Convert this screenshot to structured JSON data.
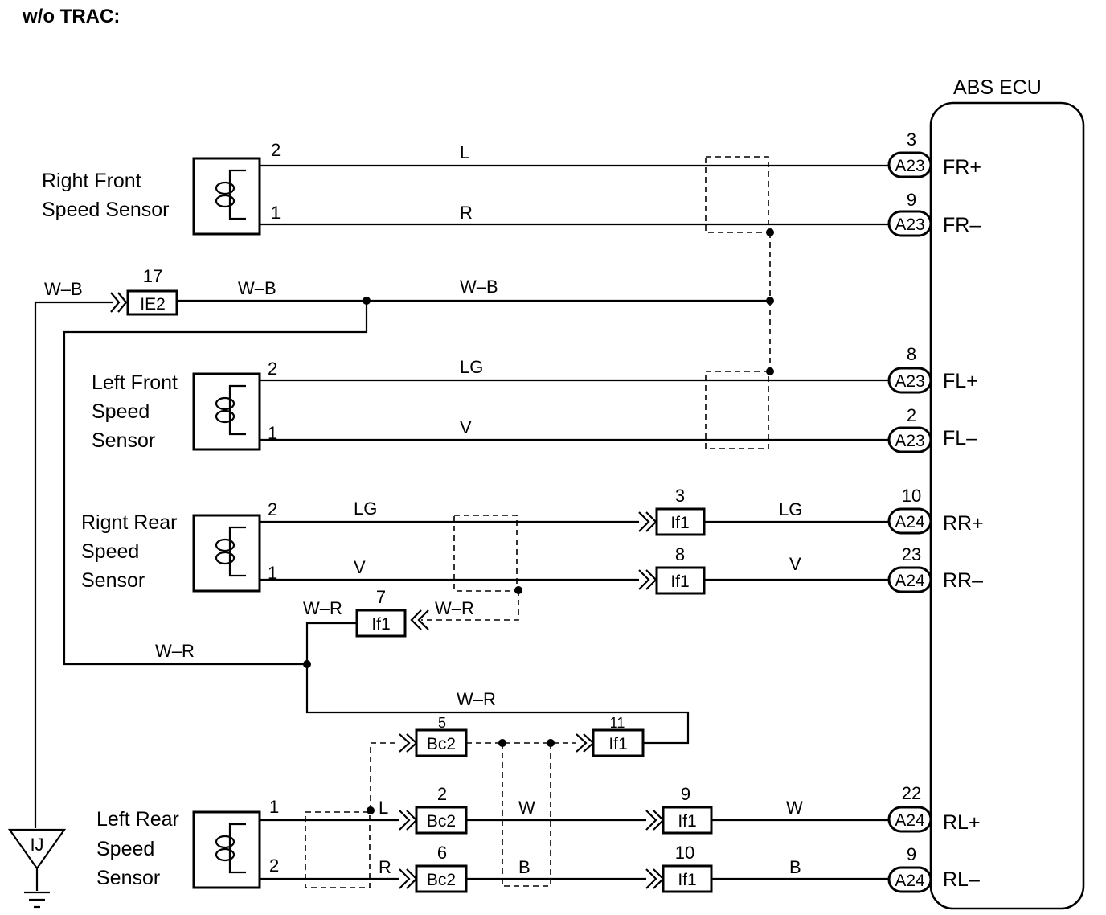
{
  "header": {
    "title": "w/o TRAC:"
  },
  "ecu": {
    "title": "ABS ECU"
  },
  "sensors": {
    "right_front": {
      "line1": "Right Front",
      "line2": "Speed Sensor"
    },
    "left_front": {
      "line1": "Left Front",
      "line2": "Speed",
      "line3": "Sensor"
    },
    "right_rear": {
      "line1": "Rignt Rear",
      "line2": "Speed",
      "line3": "Sensor"
    },
    "left_rear": {
      "line1": "Left Rear",
      "line2": "Speed",
      "line3": "Sensor"
    }
  },
  "sensor_pins": {
    "rf_top": "2",
    "rf_bot": "1",
    "lf_top": "2",
    "lf_bot": "1",
    "rr_top": "2",
    "rr_bot": "1",
    "lr_top": "1",
    "lr_bot": "2"
  },
  "wires": {
    "rf_plus": "L",
    "rf_minus": "R",
    "wb_left": "W–B",
    "wb_mid": "W–B",
    "wb_right": "W–B",
    "lf_plus": "LG",
    "lf_minus": "V",
    "rr_plus_in": "LG",
    "rr_minus_in": "V",
    "rr_plus_out": "LG",
    "rr_minus_out": "V",
    "wr_ie_left": "W–R",
    "wr_ie_right": "W–R",
    "wr_left": "W–R",
    "wr_loop": "W–R",
    "lr_l": "L",
    "lr_r": "R",
    "lr_w_mid": "W",
    "lr_b_mid": "B",
    "lr_w_out": "W",
    "lr_b_out": "B"
  },
  "ecu_terminals": [
    {
      "pin": "3",
      "connector": "A23",
      "signal": "FR+"
    },
    {
      "pin": "9",
      "connector": "A23",
      "signal": "FR–"
    },
    {
      "pin": "8",
      "connector": "A23",
      "signal": "FL+"
    },
    {
      "pin": "2",
      "connector": "A23",
      "signal": "FL–"
    },
    {
      "pin": "10",
      "connector": "A24",
      "signal": "RR+"
    },
    {
      "pin": "23",
      "connector": "A24",
      "signal": "RR–"
    },
    {
      "pin": "22",
      "connector": "A24",
      "signal": "RL+"
    },
    {
      "pin": "9",
      "connector": "A24",
      "signal": "RL–"
    }
  ],
  "connectors": {
    "ie2": {
      "pin": "17",
      "name": "IE2"
    },
    "if1_rr_plus": {
      "pin": "3",
      "name": "If1"
    },
    "if1_rr_minus": {
      "pin": "8",
      "name": "If1"
    },
    "if1_wr": {
      "pin": "7",
      "name": "If1"
    },
    "bc2_shield": {
      "pin": "5",
      "name": "Bc2"
    },
    "if1_shield": {
      "pin": "11",
      "name": "If1"
    },
    "bc2_l": {
      "pin": "2",
      "name": "Bc2"
    },
    "bc2_r": {
      "pin": "6",
      "name": "Bc2"
    },
    "if1_w": {
      "pin": "9",
      "name": "If1"
    },
    "if1_b": {
      "pin": "10",
      "name": "If1"
    }
  },
  "ground": {
    "label": "IJ"
  }
}
